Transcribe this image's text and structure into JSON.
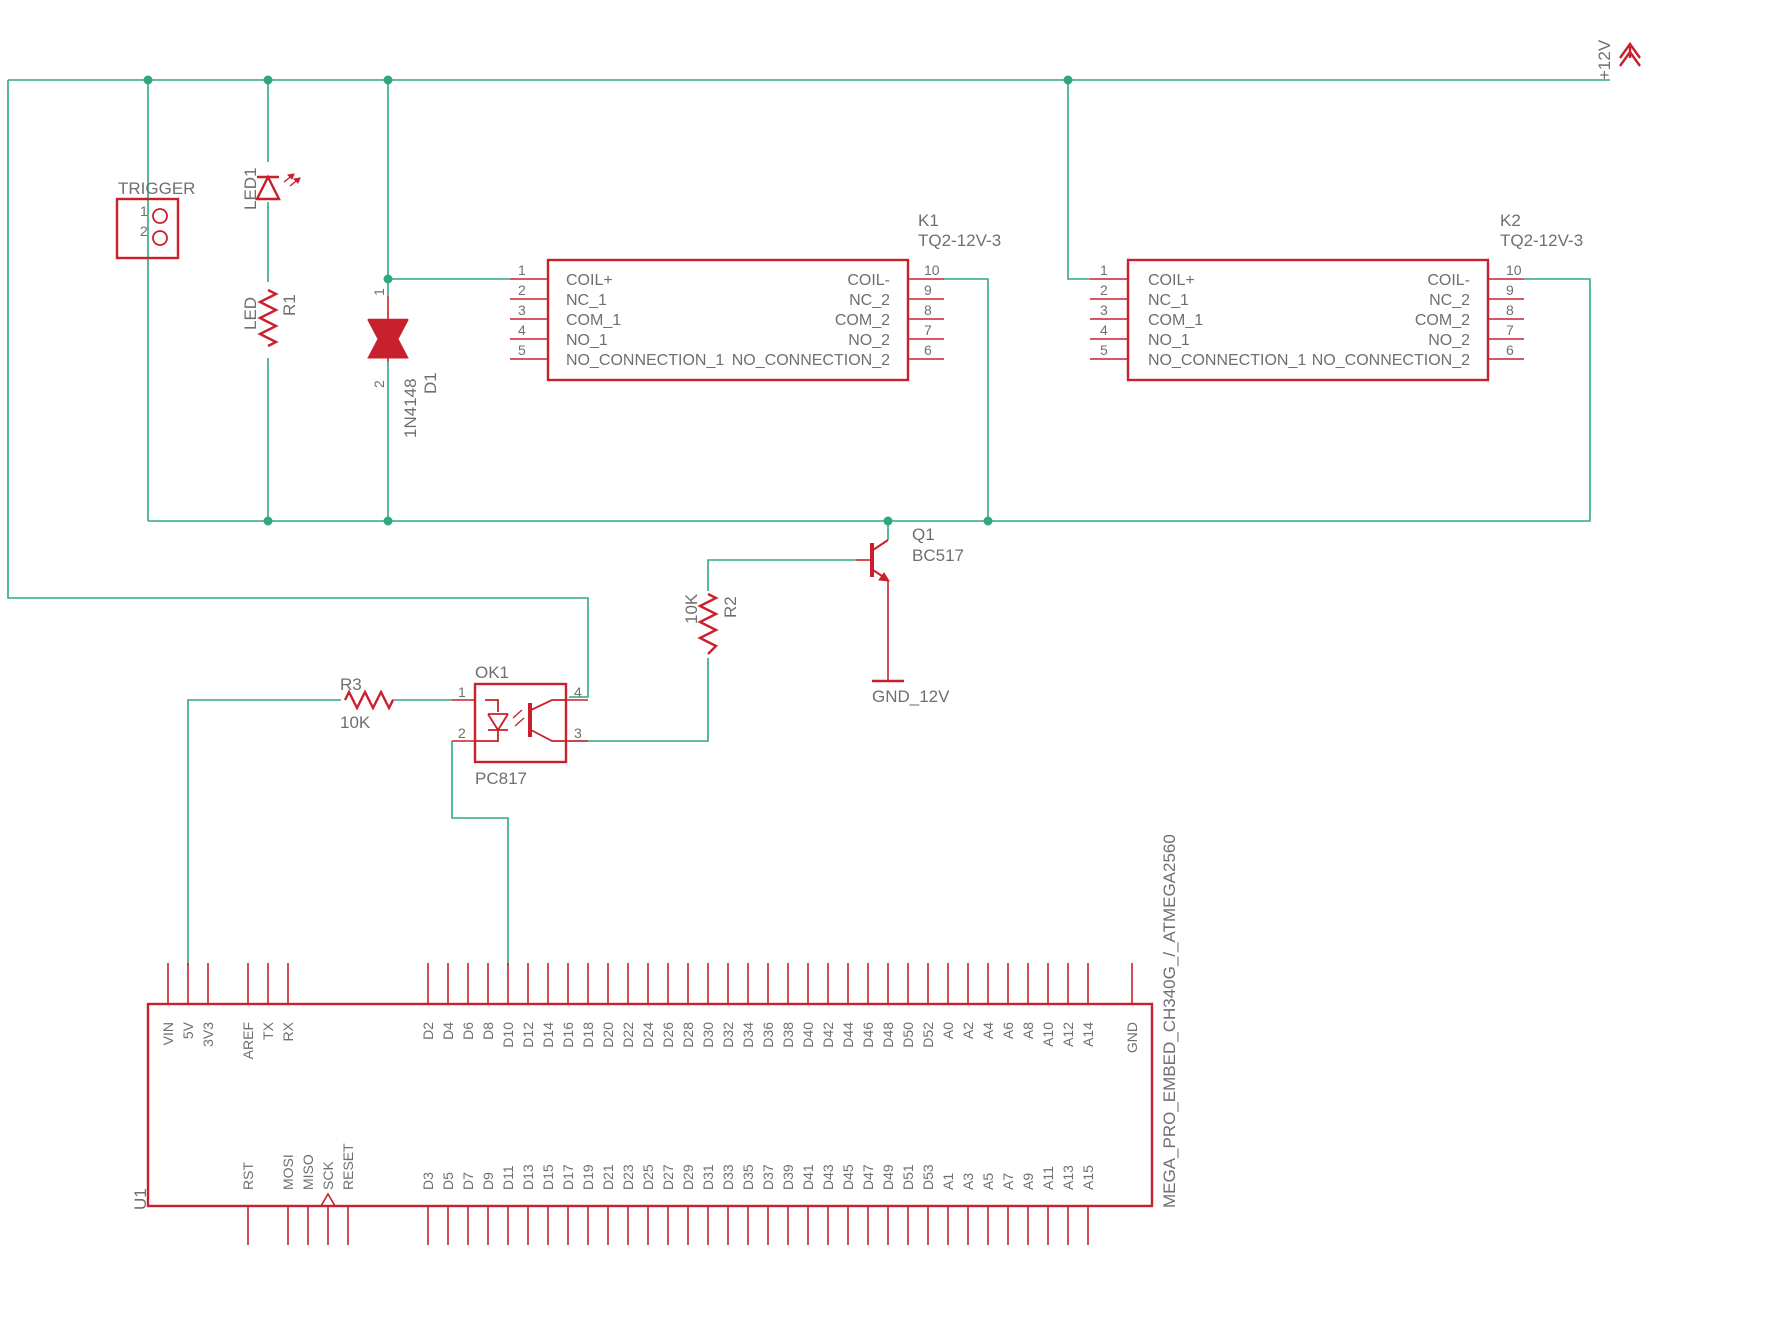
{
  "colors": {
    "wire": "#2fa87e",
    "part": "#c8202c",
    "text": "#6f6f6f"
  },
  "power": {
    "vcc": "+12V",
    "gnd": "GND_12V"
  },
  "trigger": {
    "name": "TRIGGER",
    "pin1": "1",
    "pin2": "2"
  },
  "led1": {
    "name": "LED1",
    "icon": "led-icon"
  },
  "r1": {
    "name": "R1",
    "value": "LED"
  },
  "d1": {
    "name": "D1",
    "value": "1N4148",
    "pin1": "1",
    "pin2": "2"
  },
  "k1": {
    "name": "K1",
    "value": "TQ2-12V-3",
    "left_pins": [
      {
        "num": "1",
        "label": "COIL+"
      },
      {
        "num": "2",
        "label": "NC_1"
      },
      {
        "num": "3",
        "label": "COM_1"
      },
      {
        "num": "4",
        "label": "NO_1"
      },
      {
        "num": "5",
        "label": "NO_CONNECTION_1"
      }
    ],
    "right_pins": [
      {
        "num": "10",
        "label": "COIL-"
      },
      {
        "num": "9",
        "label": "NC_2"
      },
      {
        "num": "8",
        "label": "COM_2"
      },
      {
        "num": "7",
        "label": "NO_2"
      },
      {
        "num": "6",
        "label": "NO_CONNECTION_2"
      }
    ]
  },
  "k2": {
    "name": "K2",
    "value": "TQ2-12V-3",
    "left_pins": [
      {
        "num": "1",
        "label": "COIL+"
      },
      {
        "num": "2",
        "label": "NC_1"
      },
      {
        "num": "3",
        "label": "COM_1"
      },
      {
        "num": "4",
        "label": "NO_1"
      },
      {
        "num": "5",
        "label": "NO_CONNECTION_1"
      }
    ],
    "right_pins": [
      {
        "num": "10",
        "label": "COIL-"
      },
      {
        "num": "9",
        "label": "NC_2"
      },
      {
        "num": "8",
        "label": "COM_2"
      },
      {
        "num": "7",
        "label": "NO_2"
      },
      {
        "num": "6",
        "label": "NO_CONNECTION_2"
      }
    ]
  },
  "q1": {
    "name": "Q1",
    "value": "BC517"
  },
  "r2": {
    "name": "R2",
    "value": "10K"
  },
  "r3": {
    "name": "R3",
    "value": "10K"
  },
  "ok1": {
    "name": "OK1",
    "value": "PC817",
    "pin1": "1",
    "pin2": "2",
    "pin3": "3",
    "pin4": "4"
  },
  "u1": {
    "name": "U1",
    "value": "MEGA_PRO_EMBED_CH340G_/_ATMEGA2560",
    "top_pins": [
      "VIN",
      "5V",
      "3V3",
      "AREF",
      "TX",
      "RX",
      "D2",
      "D4",
      "D6",
      "D8",
      "D10",
      "D12",
      "D14",
      "D16",
      "D18",
      "D20",
      "D22",
      "D24",
      "D26",
      "D28",
      "D30",
      "D32",
      "D34",
      "D36",
      "D38",
      "D40",
      "D42",
      "D44",
      "D46",
      "D48",
      "D50",
      "D52",
      "A0",
      "A2",
      "A4",
      "A6",
      "A8",
      "A10",
      "A12",
      "A14",
      "GND"
    ],
    "bottom_pins": [
      "RST",
      "MOSI",
      "MISO",
      "SCK",
      "RESET",
      "D3",
      "D5",
      "D7",
      "D9",
      "D11",
      "D13",
      "D15",
      "D17",
      "D19",
      "D21",
      "D23",
      "D25",
      "D27",
      "D29",
      "D31",
      "D33",
      "D35",
      "D37",
      "D39",
      "D41",
      "D43",
      "D45",
      "D47",
      "D49",
      "D51",
      "D53",
      "A1",
      "A3",
      "A5",
      "A7",
      "A9",
      "A11",
      "A13",
      "A15"
    ]
  }
}
